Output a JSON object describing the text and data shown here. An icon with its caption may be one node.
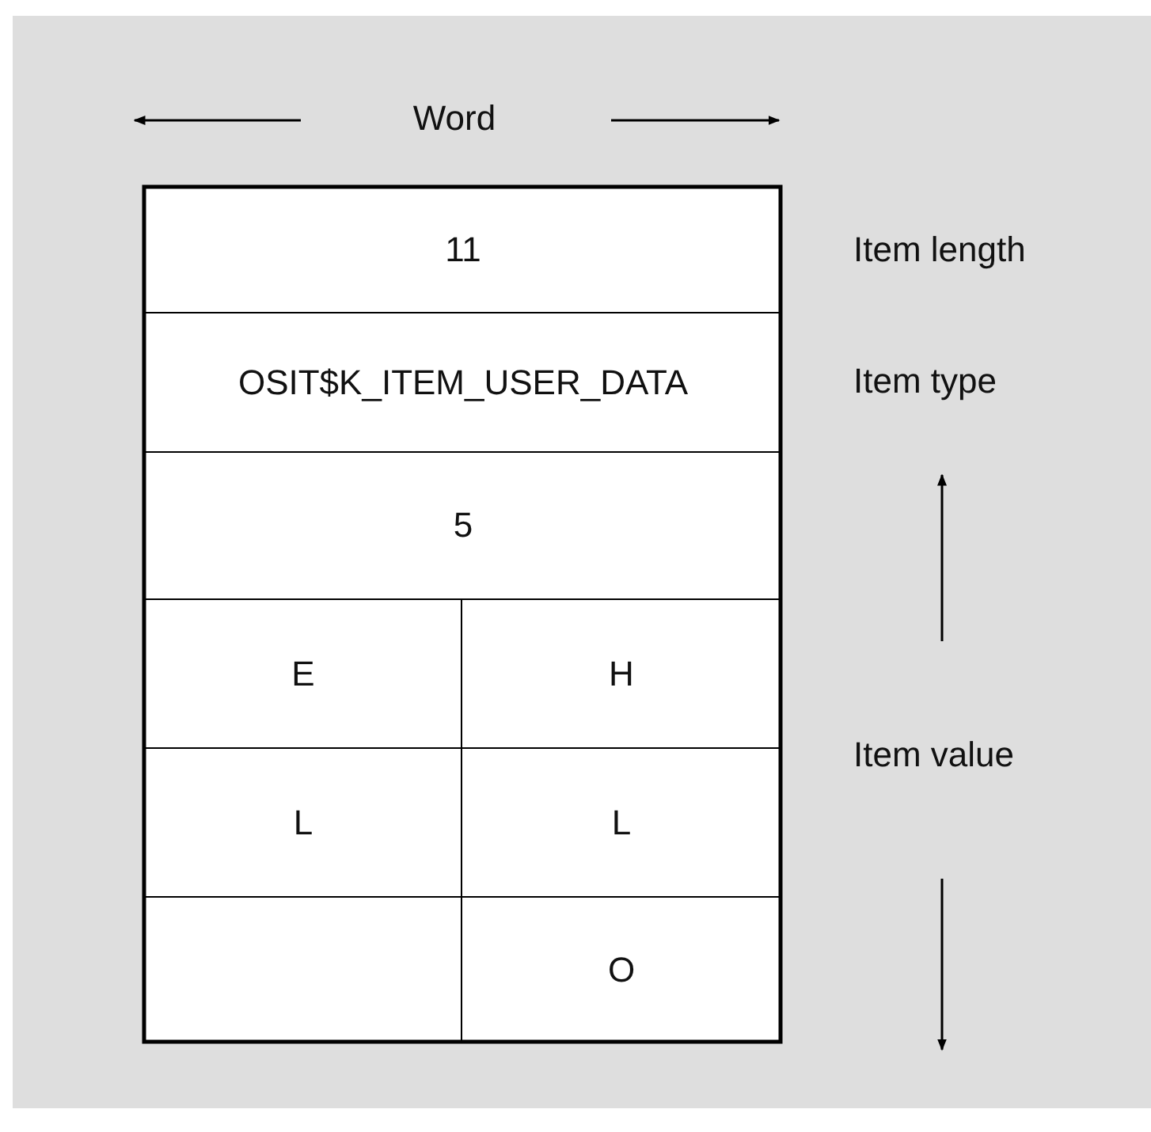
{
  "diagram": {
    "nodes": [
      {
        "text": [
          "11"
        ]
      },
      {
        "text": [
          "OSIT$K_ITEM_USER_DATA"
        ]
      },
      {
        "text": [
          "5"
        ]
      },
      {
        "text": [
          "E"
        ]
      },
      {
        "text": [
          "H"
        ]
      },
      {
        "text": [
          "L"
        ]
      },
      {
        "text": [
          "L"
        ]
      },
      {
        "text": [],
        "shape": "box"
      },
      {
        "text": [
          "O"
        ]
      }
    ],
    "labels": [
      "Word",
      "Item length",
      "Item type",
      "Item value"
    ]
  }
}
